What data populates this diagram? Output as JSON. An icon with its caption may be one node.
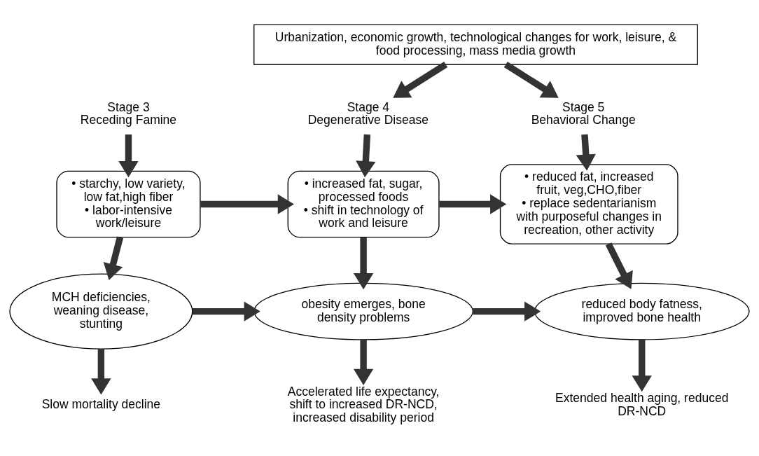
{
  "diagram": {
    "nodes": [
      {
        "text": [
          "Urbanization, economic growth, technological changes for work, leisure, & food processing, mass media growth"
        ]
      },
      {
        "text": [
          "Stage 3",
          "Receding Famine"
        ]
      },
      {
        "text": [
          "Stage 4",
          "Degenerative Disease"
        ]
      },
      {
        "text": [
          "Stage 5",
          "Behavioral Change"
        ]
      },
      {
        "text": [
          "• starchy, low variety, low fat,high fiber",
          "• labor-intensive work/leisure"
        ]
      },
      {
        "text": [
          "• increased fat, sugar, processed foods",
          "• shift in technology of work and leisure"
        ]
      },
      {
        "text": [
          "• reduced fat, increased fruit, veg,CHO,fiber",
          "• replace sedentarianism with purposeful changes in recreation, other activity"
        ]
      },
      {
        "text": [
          "MCH deficiencies, weaning disease, stunting"
        ]
      },
      {
        "text": [
          "obesity emerges, bone density problems"
        ]
      },
      {
        "text": [
          "reduced body fatness, improved bone health"
        ]
      },
      {
        "text": [
          "Slow mortality decline"
        ]
      },
      {
        "text": [
          "Accelerated life expectancy, shift to increased DR-NCD, increased disability period"
        ]
      },
      {
        "text": [
          "Extended health aging, reduced DR-NCD"
        ]
      }
    ],
    "edges": [
      {
        "from": 0,
        "to": 2,
        "arrow": "to"
      },
      {
        "from": 0,
        "to": 3,
        "arrow": "to"
      },
      {
        "from": 1,
        "to": 4,
        "arrow": "to"
      },
      {
        "from": 2,
        "to": 5,
        "arrow": "to"
      },
      {
        "from": 3,
        "to": 6,
        "arrow": "to"
      },
      {
        "from": 4,
        "to": 5,
        "arrow": "to"
      },
      {
        "from": 5,
        "to": 6,
        "arrow": "to"
      },
      {
        "from": 4,
        "to": 7,
        "arrow": "to"
      },
      {
        "from": 5,
        "to": 8,
        "arrow": "to"
      },
      {
        "from": 6,
        "to": 9,
        "arrow": "to"
      },
      {
        "from": 7,
        "to": 8,
        "arrow": "to"
      },
      {
        "from": 8,
        "to": 9,
        "arrow": "to"
      },
      {
        "from": 7,
        "to": 10,
        "arrow": "to"
      },
      {
        "from": 8,
        "to": 11,
        "arrow": "to"
      },
      {
        "from": 9,
        "to": 12,
        "arrow": "to"
      }
    ]
  }
}
